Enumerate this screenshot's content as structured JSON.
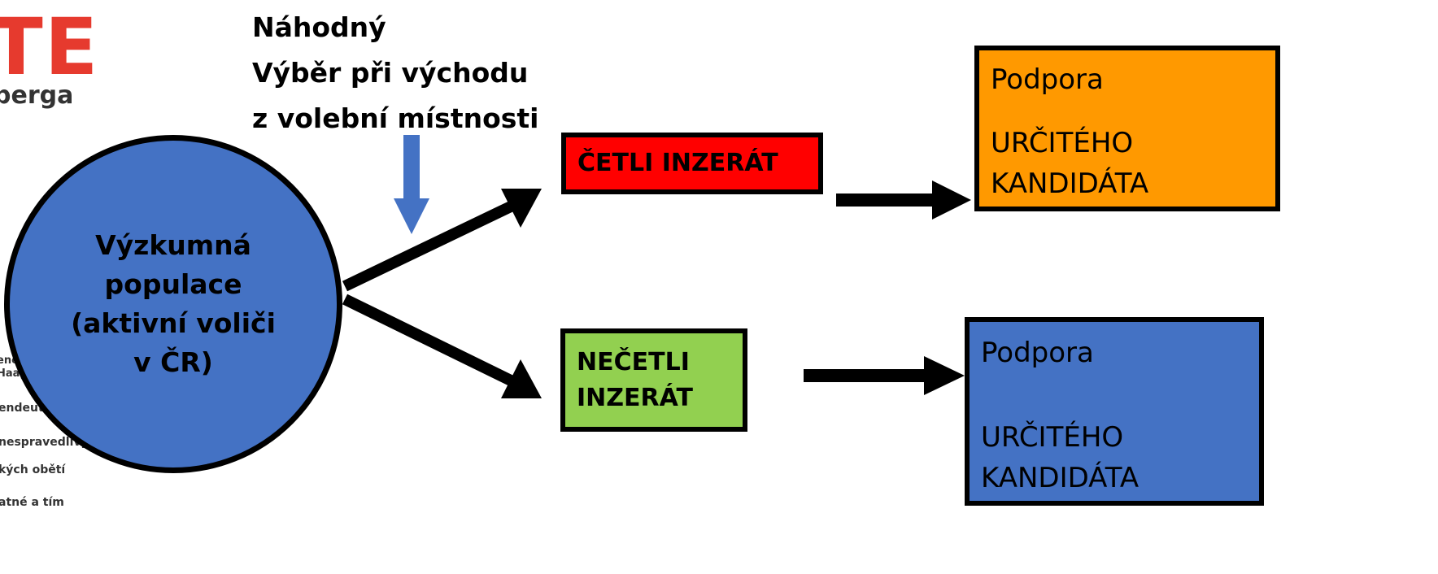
{
  "background": {
    "logo_text": "LTE",
    "subtitle_text": "berga",
    "snippets": [
      "ene",
      "Haag",
      "endeutsch",
      "nespravedlivý,",
      "kých obětí",
      "atné a tím"
    ]
  },
  "diagram": {
    "sampling_label": "Náhodný\nVýběr při východu\nz volební místnosti",
    "population": "Výzkumná\npopulace\n(aktivní voliči\nv ČR)",
    "read_box": "ČETLI INZERÁT",
    "not_read_box": "NEČETLI\nINZERÁT",
    "result_read": {
      "line1": "Podpora",
      "line2": "URČITÉHO",
      "line3": "KANDIDÁTA"
    },
    "result_not_read": {
      "line1": "Podpora",
      "line2": "URČITÉHO",
      "line3": "KANDIDÁTA"
    }
  },
  "colors": {
    "population_fill": "#4472c4",
    "read_fill": "#ff0000",
    "not_read_fill": "#92d050",
    "result_read_fill": "#ff9900",
    "result_not_read_fill": "#4472c4",
    "sampling_arrow": "#4472c4"
  }
}
